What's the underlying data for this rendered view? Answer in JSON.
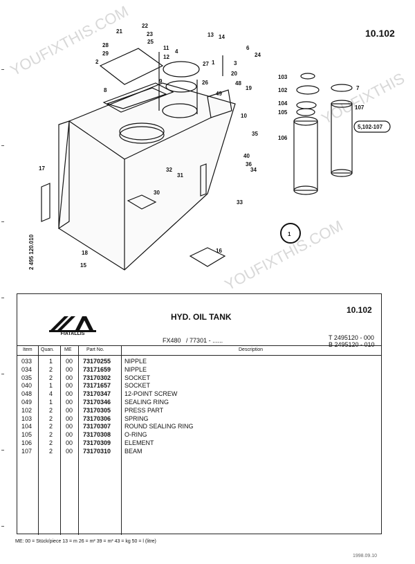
{
  "page_number": "10.102",
  "diagram": {
    "labels": [
      "22",
      "21",
      "23",
      "25",
      "28",
      "29",
      "11",
      "12",
      "4",
      "2",
      "8",
      "9",
      "27",
      "26",
      "13",
      "14",
      "6",
      "24",
      "3",
      "20",
      "1",
      "10",
      "48",
      "19",
      "49",
      "35",
      "40",
      "36",
      "34",
      "17",
      "32",
      "31",
      "33",
      "30",
      "18",
      "15",
      "16",
      "103",
      "102",
      "104",
      "105",
      "106",
      "7",
      "107",
      "5,102-107"
    ],
    "circled_view": "1",
    "side_code": "2 495 120.010"
  },
  "header": {
    "title": "HYD. OIL TANK",
    "number": "10.102",
    "logo_text": "FIATALLIS",
    "model": "FX480",
    "serial": "/ 77301 - ......",
    "ref_t": "T 2495120 - 000",
    "ref_b": "B 2495120 - 010"
  },
  "columns": {
    "item": "Item",
    "qty": "Quan.",
    "me": "ME",
    "part": "Part No.",
    "desc": "Description"
  },
  "rows": [
    {
      "item": "033",
      "qty": "1",
      "me": "00",
      "part": "73170255",
      "desc": "NIPPLE"
    },
    {
      "item": "034",
      "qty": "2",
      "me": "00",
      "part": "73171659",
      "desc": "NIPPLE"
    },
    {
      "item": "035",
      "qty": "2",
      "me": "00",
      "part": "73170302",
      "desc": "SOCKET"
    },
    {
      "item": "040",
      "qty": "1",
      "me": "00",
      "part": "73171657",
      "desc": "SOCKET"
    },
    {
      "item": "048",
      "qty": "4",
      "me": "00",
      "part": "73170347",
      "desc": "12-POINT SCREW"
    },
    {
      "item": "049",
      "qty": "1",
      "me": "00",
      "part": "73170346",
      "desc": "SEALING RING"
    },
    {
      "item": "102",
      "qty": "2",
      "me": "00",
      "part": "73170305",
      "desc": "PRESS PART"
    },
    {
      "item": "103",
      "qty": "2",
      "me": "00",
      "part": "73170306",
      "desc": "SPRING"
    },
    {
      "item": "104",
      "qty": "2",
      "me": "00",
      "part": "73170307",
      "desc": "ROUND SEALING RING"
    },
    {
      "item": "105",
      "qty": "2",
      "me": "00",
      "part": "73170308",
      "desc": "O-RING"
    },
    {
      "item": "106",
      "qty": "2",
      "me": "00",
      "part": "73170309",
      "desc": "ELEMENT"
    },
    {
      "item": "107",
      "qty": "2",
      "me": "00",
      "part": "73170310",
      "desc": "BEAM"
    }
  ],
  "legend": "ME:  00 = Stück/piece   13 = m   26 = m²   39 = m³   43 = kg   50 = l (litre)",
  "date_footer": "1998.09.10",
  "watermarks": [
    "YOUFIXTHIS.COM",
    "YOUFIXTHIS"
  ]
}
